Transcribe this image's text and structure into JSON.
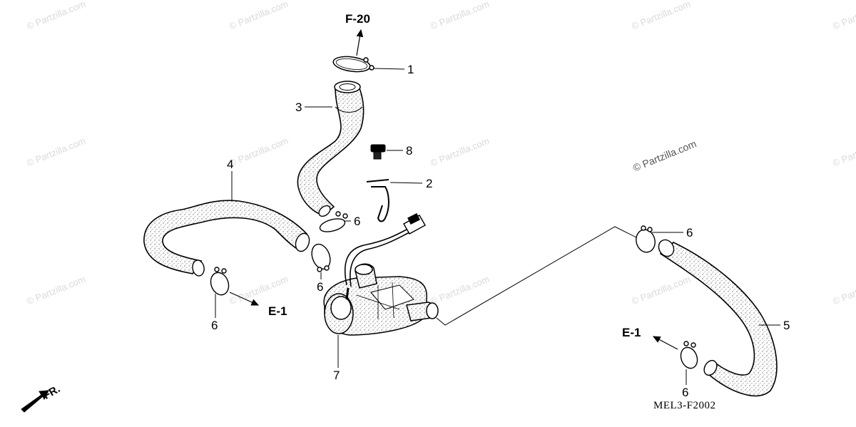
{
  "watermark": "© Partzilla.com",
  "references": {
    "top": "F-20",
    "left": "E-1",
    "right": "E-1"
  },
  "callouts": {
    "c1": "1",
    "c2": "2",
    "c3": "3",
    "c4": "4",
    "c5": "5",
    "c6a": "6",
    "c6b": "6",
    "c6c": "6",
    "c6d": "6",
    "c6e": "6",
    "c7": "7",
    "c8": "8"
  },
  "diagram_code": "MEL3-F2002",
  "front_label": "FR.",
  "colors": {
    "line": "#000000",
    "hose_fill": "#ffffff",
    "watermark": "#d9d9d9"
  }
}
